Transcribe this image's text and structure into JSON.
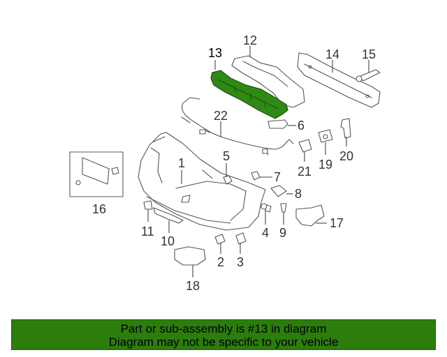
{
  "diagram": {
    "highlight_color": "#2f8a14",
    "labels": {
      "l1": "1",
      "l2": "2",
      "l3": "3",
      "l4": "4",
      "l6": "6",
      "l7": "7",
      "l8": "8",
      "l9": "9",
      "l10": "10",
      "l11": "11",
      "l12": "12",
      "l13": "13",
      "l14": "14",
      "l15": "15",
      "l16": "16",
      "l17": "17",
      "l18": "18",
      "l19": "19",
      "l20": "20",
      "l21": "21",
      "l22": "22",
      "l5": "5"
    }
  },
  "footer": {
    "line1": "Part or sub-assembly is #13 in diagram",
    "line2": "Diagram may not be specific to your vehicle",
    "background": "#2c7d0c"
  }
}
